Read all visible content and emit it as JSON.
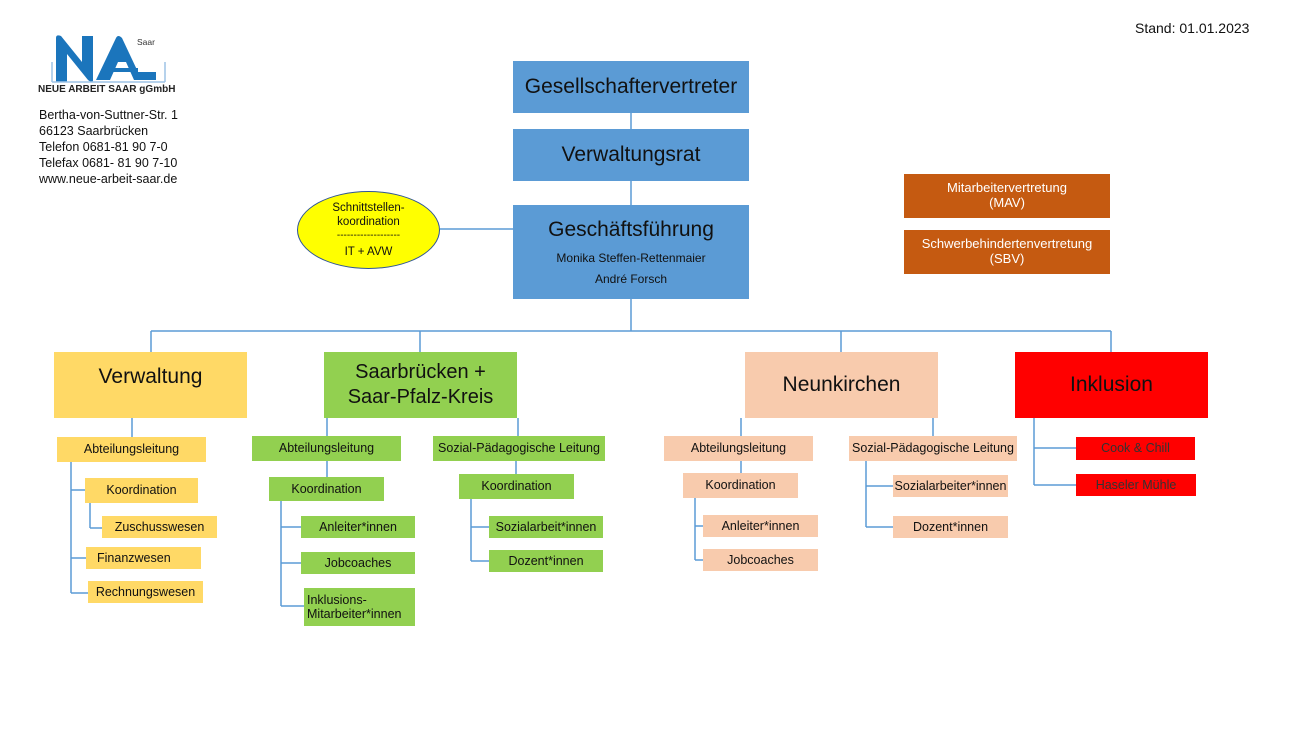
{
  "stand": "Stand: 01.01.2023",
  "logo": {
    "saar": "Saar",
    "name": "NEUE ARBEIT SAAR gGmbH"
  },
  "address": [
    "Bertha-von-Suttner-Str. 1",
    "66123 Saarbrücken",
    "Telefon 0681-81 90 7-0",
    "Telefax 0681- 81 90 7-10",
    "www.neue-arbeit-saar.de"
  ],
  "top": {
    "gesellschafter": "Gesellschaftervertreter",
    "verwaltungsrat": "Verwaltungsrat",
    "gf": "Geschäftsführung",
    "gf_names": [
      "Monika Steffen-Rettenmaier",
      "André Forsch"
    ]
  },
  "schnitt": [
    "Schnittstellen-",
    "koordination",
    "-------------------",
    "IT + AVW"
  ],
  "mav": [
    "Mitarbeitervertretung",
    "(MAV)"
  ],
  "sbv": [
    "Schwerbehindertenvertretung",
    "(SBV)"
  ],
  "depts": {
    "verwaltung": "Verwaltung",
    "saarbruecken": [
      "Saarbrücken +",
      "Saar-Pfalz-Kreis"
    ],
    "neunkirchen": "Neunkirchen",
    "inklusion": "Inklusion"
  },
  "verwaltung": {
    "abt": "Abteilungsleitung",
    "koord": "Koordination",
    "zuschuss": "Zuschusswesen",
    "finanz": "Finanzwesen",
    "rechnung": "Rechnungswesen"
  },
  "sb": {
    "abt": "Abteilungsleitung",
    "koord": "Koordination",
    "anleiter": "Anleiter*innen",
    "jobcoaches": "Jobcoaches",
    "inklusion": [
      "Inklusions-",
      "Mitarbeiter*innen"
    ],
    "sozped": "Sozial-Pädagogische Leitung",
    "koord2": "Koordination",
    "sozialarbeit": "Sozialarbeit*innen",
    "dozent": "Dozent*innen"
  },
  "nk": {
    "abt": "Abteilungsleitung",
    "koord": "Koordination",
    "anleiter": "Anleiter*innen",
    "jobcoaches": "Jobcoaches",
    "sozped": "Sozial-Pädagogische Leitung",
    "sozialarbeiter": "Sozialarbeiter*innen",
    "dozent": "Dozent*innen"
  },
  "ink": {
    "cook": "Cook & Chill",
    "haseler": "Haseler Mühle"
  },
  "colors": {
    "blue": "#5b9bd5",
    "yellow": "#ffd966",
    "green": "#92d050",
    "peach": "#f8cbad",
    "red": "#ff0000",
    "orange": "#c55a11",
    "line": "#5b9bd5"
  }
}
